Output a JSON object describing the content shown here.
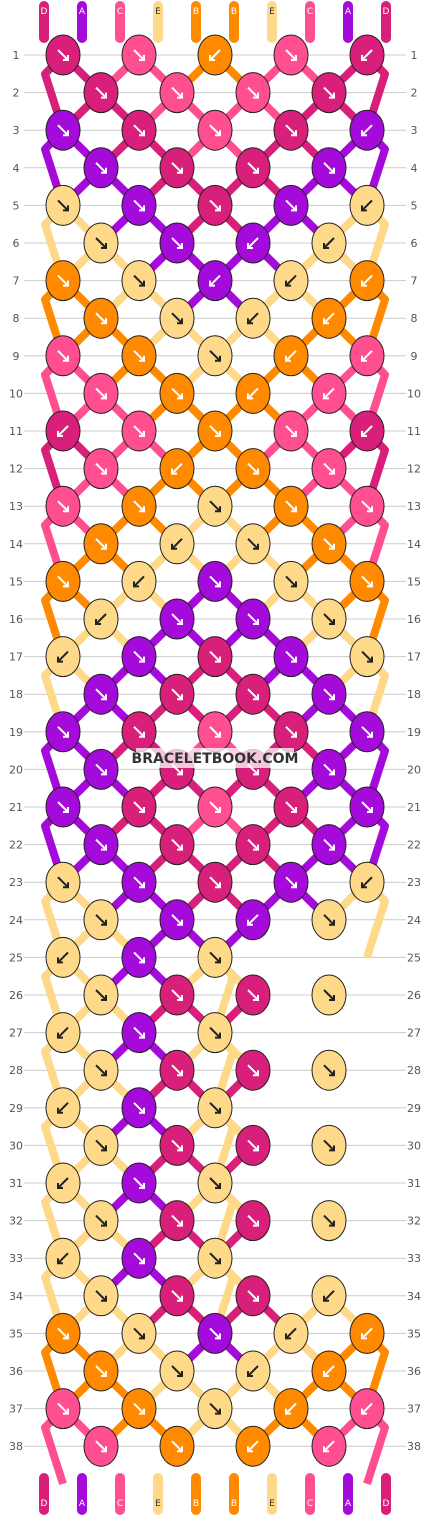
{
  "watermark": "BRACELETBOOK.COM",
  "strings": {
    "top": [
      "D",
      "A",
      "C",
      "E",
      "B",
      "B",
      "E",
      "C",
      "A",
      "D"
    ],
    "bottom": [
      "D",
      "A",
      "C",
      "E",
      "B",
      "B",
      "E",
      "C",
      "A",
      "D"
    ]
  },
  "colors": {
    "A": "#a40ad9",
    "B": "#ff8a00",
    "C": "#ff4f91",
    "D": "#d81f7a",
    "E": "#ffd98a",
    "knot_outline": "#222222",
    "row_line": "#cccccc"
  },
  "rows": [
    "1",
    "2",
    "3",
    "4",
    "5",
    "6",
    "7",
    "8",
    "9",
    "10",
    "11",
    "12",
    "13",
    "14",
    "15",
    "16",
    "17",
    "18",
    "19",
    "20",
    "21",
    "22",
    "23",
    "24",
    "25",
    "26",
    "27",
    "28",
    "29",
    "30",
    "31",
    "32",
    "33",
    "34",
    "35",
    "36",
    "37",
    "38"
  ],
  "knot_rows": [
    [
      [
        "D",
        "SE"
      ],
      [
        "C",
        "SE"
      ],
      [
        "B",
        "SW"
      ],
      [
        "C",
        "SE"
      ],
      [
        "D",
        "SW"
      ]
    ],
    [
      [
        "D",
        "SE"
      ],
      [
        "C",
        "SE"
      ],
      [
        "C",
        "SE"
      ],
      [
        "D",
        "SE"
      ]
    ],
    [
      [
        "A",
        "SE"
      ],
      [
        "D",
        "SE"
      ],
      [
        "C",
        "SE"
      ],
      [
        "D",
        "SE"
      ],
      [
        "A",
        "SW"
      ]
    ],
    [
      [
        "A",
        "SE"
      ],
      [
        "D",
        "SE"
      ],
      [
        "D",
        "SE"
      ],
      [
        "A",
        "SE"
      ]
    ],
    [
      [
        "E",
        "SE"
      ],
      [
        "A",
        "SE"
      ],
      [
        "D",
        "SE"
      ],
      [
        "A",
        "SE"
      ],
      [
        "E",
        "SW"
      ]
    ],
    [
      [
        "E",
        "SE"
      ],
      [
        "A",
        "SE"
      ],
      [
        "A",
        "SW"
      ],
      [
        "E",
        "SW"
      ]
    ],
    [
      [
        "B",
        "SE"
      ],
      [
        "E",
        "SE"
      ],
      [
        "A",
        "SW"
      ],
      [
        "E",
        "SW"
      ],
      [
        "B",
        "SW"
      ]
    ],
    [
      [
        "B",
        "SE"
      ],
      [
        "E",
        "SE"
      ],
      [
        "E",
        "SW"
      ],
      [
        "B",
        "SW"
      ]
    ],
    [
      [
        "C",
        "SE"
      ],
      [
        "B",
        "SE"
      ],
      [
        "E",
        "SE"
      ],
      [
        "B",
        "SW"
      ],
      [
        "C",
        "SW"
      ]
    ],
    [
      [
        "C",
        "SE"
      ],
      [
        "B",
        "SE"
      ],
      [
        "B",
        "SW"
      ],
      [
        "C",
        "SW"
      ]
    ],
    [
      [
        "D",
        "SW"
      ],
      [
        "C",
        "SE"
      ],
      [
        "B",
        "SE"
      ],
      [
        "C",
        "SE"
      ],
      [
        "D",
        "SW"
      ]
    ],
    [
      [
        "C",
        "SE"
      ],
      [
        "B",
        "SW"
      ],
      [
        "B",
        "SE"
      ],
      [
        "C",
        "SE"
      ]
    ],
    [
      [
        "C",
        "SE"
      ],
      [
        "B",
        "SE"
      ],
      [
        "E",
        "SE"
      ],
      [
        "B",
        "SE"
      ],
      [
        "C",
        "SE"
      ]
    ],
    [
      [
        "B",
        "SE"
      ],
      [
        "E",
        "SW"
      ],
      [
        "E",
        "SE"
      ],
      [
        "B",
        "SE"
      ]
    ],
    [
      [
        "B",
        "SE"
      ],
      [
        "E",
        "SW"
      ],
      [
        "A",
        "SE"
      ],
      [
        "E",
        "SE"
      ],
      [
        "B",
        "SE"
      ]
    ],
    [
      [
        "E",
        "SW"
      ],
      [
        "A",
        "SE"
      ],
      [
        "A",
        "SE"
      ],
      [
        "E",
        "SE"
      ]
    ],
    [
      [
        "E",
        "SW"
      ],
      [
        "A",
        "SE"
      ],
      [
        "D",
        "SE"
      ],
      [
        "A",
        "SE"
      ],
      [
        "E",
        "SE"
      ]
    ],
    [
      [
        "A",
        "SE"
      ],
      [
        "D",
        "SE"
      ],
      [
        "D",
        "SE"
      ],
      [
        "A",
        "SE"
      ]
    ],
    [
      [
        "A",
        "SE"
      ],
      [
        "D",
        "SE"
      ],
      [
        "C",
        "SE"
      ],
      [
        "D",
        "SE"
      ],
      [
        "A",
        "SE"
      ]
    ],
    [
      [
        "A",
        "SE"
      ],
      [
        "D",
        "SE"
      ],
      [
        "D",
        "SE"
      ],
      [
        "A",
        "SE"
      ]
    ],
    [
      [
        "A",
        "SE"
      ],
      [
        "D",
        "SE"
      ],
      [
        "C",
        "SE"
      ],
      [
        "D",
        "SE"
      ],
      [
        "A",
        "SE"
      ]
    ],
    [
      [
        "A",
        "SE"
      ],
      [
        "D",
        "SE"
      ],
      [
        "D",
        "SE"
      ],
      [
        "A",
        "SE"
      ]
    ],
    [
      [
        "E",
        "SE"
      ],
      [
        "A",
        "SE"
      ],
      [
        "D",
        "SE"
      ],
      [
        "A",
        "SE"
      ],
      [
        "E",
        "SW"
      ]
    ],
    [
      [
        "E",
        "SE"
      ],
      [
        "A",
        "SE"
      ],
      [
        "A",
        "SW"
      ],
      [
        "E",
        "SE"
      ]
    ],
    [
      [
        "E",
        "SW"
      ],
      [
        "A",
        "SE"
      ],
      [
        "E",
        "SE"
      ]
    ],
    [
      [
        "E",
        "SE"
      ],
      [
        "D",
        "SE"
      ],
      [
        "D",
        "SE"
      ],
      [
        "E",
        "SE"
      ]
    ],
    [
      [
        "E",
        "SW"
      ],
      [
        "A",
        "SE"
      ],
      [
        "E",
        "SE"
      ]
    ],
    [
      [
        "E",
        "SE"
      ],
      [
        "D",
        "SE"
      ],
      [
        "D",
        "SE"
      ],
      [
        "E",
        "SE"
      ]
    ],
    [
      [
        "E",
        "SW"
      ],
      [
        "A",
        "SE"
      ],
      [
        "E",
        "SE"
      ]
    ],
    [
      [
        "E",
        "SE"
      ],
      [
        "D",
        "SE"
      ],
      [
        "D",
        "SE"
      ],
      [
        "E",
        "SE"
      ]
    ],
    [
      [
        "E",
        "SW"
      ],
      [
        "A",
        "SE"
      ],
      [
        "E",
        "SE"
      ]
    ],
    [
      [
        "E",
        "SE"
      ],
      [
        "D",
        "SE"
      ],
      [
        "D",
        "SE"
      ],
      [
        "E",
        "SE"
      ]
    ],
    [
      [
        "E",
        "SW"
      ],
      [
        "A",
        "SE"
      ],
      [
        "E",
        "SE"
      ]
    ],
    [
      [
        "E",
        "SE"
      ],
      [
        "D",
        "SE"
      ],
      [
        "D",
        "SE"
      ],
      [
        "E",
        "SW"
      ]
    ],
    [
      [
        "B",
        "SE"
      ],
      [
        "E",
        "SE"
      ],
      [
        "A",
        "SE"
      ],
      [
        "E",
        "SW"
      ],
      [
        "B",
        "SW"
      ]
    ],
    [
      [
        "B",
        "SE"
      ],
      [
        "E",
        "SE"
      ],
      [
        "E",
        "SW"
      ],
      [
        "B",
        "SW"
      ]
    ],
    [
      [
        "C",
        "SE"
      ],
      [
        "B",
        "SE"
      ],
      [
        "E",
        "SE"
      ],
      [
        "B",
        "SW"
      ],
      [
        "C",
        "SW"
      ]
    ],
    [
      [
        "C",
        "SE"
      ],
      [
        "B",
        "SE"
      ],
      [
        "B",
        "SW"
      ],
      [
        "C",
        "SW"
      ]
    ]
  ]
}
